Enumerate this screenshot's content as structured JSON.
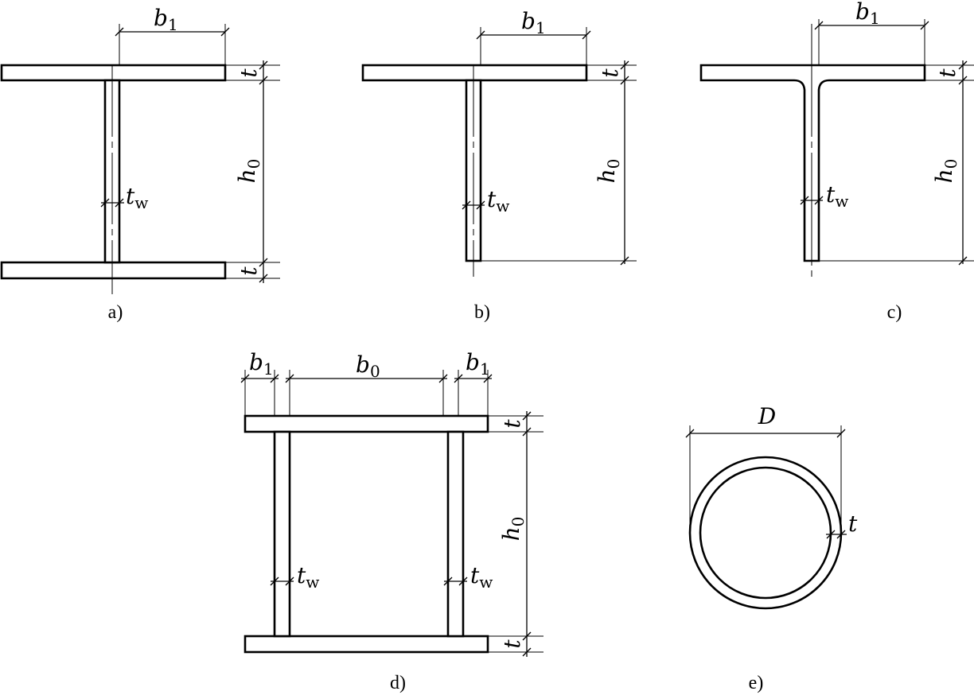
{
  "labels": {
    "b": "b",
    "t": "t",
    "h": "h",
    "D": "D",
    "sub_1": "1",
    "sub_0": "0",
    "sub_w": "w"
  },
  "captions": {
    "a": "a)",
    "b": "b)",
    "c": "c)",
    "d": "d)",
    "e": "e)"
  }
}
